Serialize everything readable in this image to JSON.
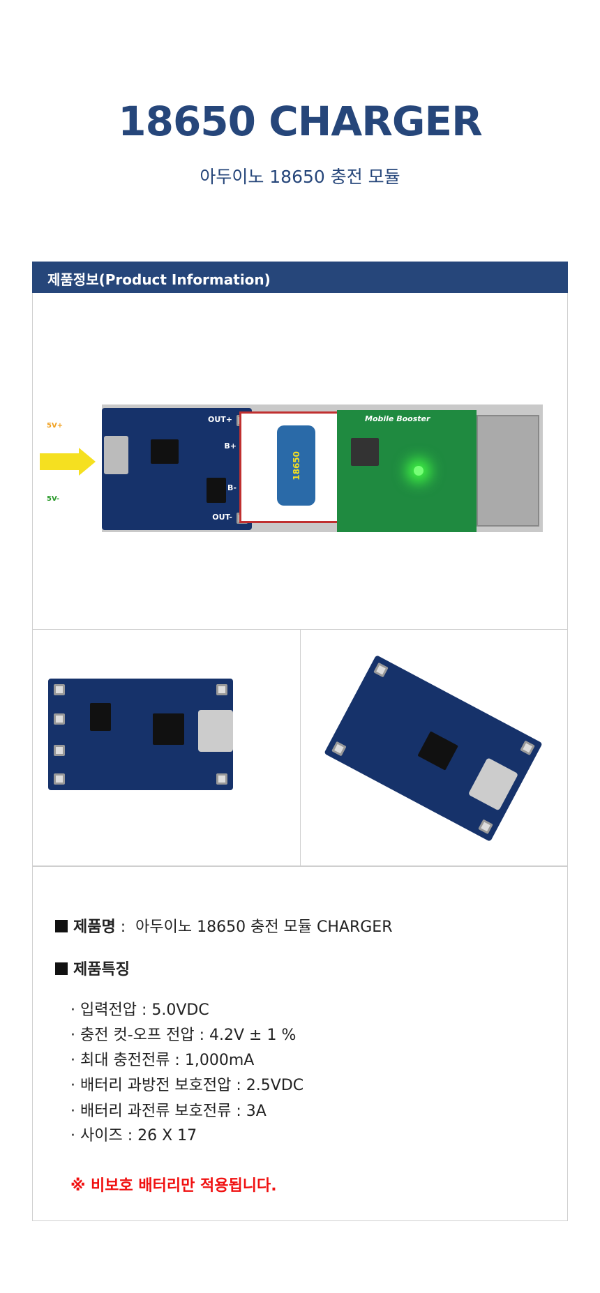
{
  "header": {
    "title": "18650 CHARGER",
    "subtitle": "아두이노 18650 충전 모듈"
  },
  "section": {
    "title": "제품정보(Product Information)"
  },
  "diagram": {
    "labels": {
      "out_plus": "OUT+",
      "b_plus": "B+",
      "b_minus": "B-",
      "out_minus": "OUT-",
      "battery": "18650",
      "booster": "Mobile Booster",
      "v_plus": "5V+",
      "v_minus": "5V-"
    }
  },
  "product": {
    "name_label": "제품명",
    "name_sep": " : ",
    "name_value": "아두이노 18650 충전 모듈 CHARGER",
    "features_label": "제품특징",
    "features": [
      "입력전압 : 5.0VDC",
      "충전 컷-오프 전압 : 4.2V ± 1 %",
      "최대 충전전류 : 1,000mA",
      "배터리 과방전 보호전압 : 2.5VDC",
      "배터리 과전류 보호전류 : 3A",
      "사이즈 : 26 X 17"
    ],
    "bullet": "·",
    "notice": "※ 비보호 배터리만 적용됩니다."
  },
  "colors": {
    "brand": "#26467a",
    "notice": "#f01010"
  }
}
